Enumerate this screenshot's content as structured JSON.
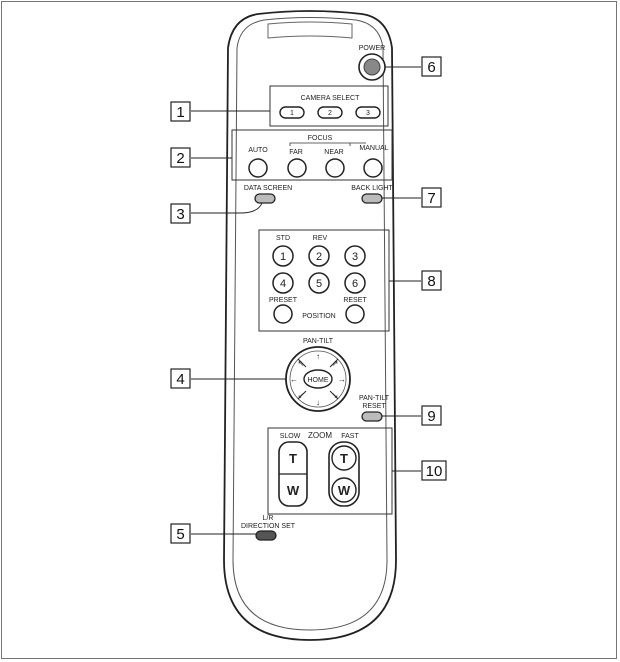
{
  "remote": {
    "power_label": "POWER",
    "camera_select": {
      "title": "CAMERA SELECT",
      "buttons": [
        "1",
        "2",
        "3"
      ]
    },
    "focus": {
      "title": "FOCUS",
      "auto": "AUTO",
      "far": "FAR",
      "near": "NEAR",
      "manual": "MANUAL"
    },
    "data_screen": "DATA SCREEN",
    "back_light": "BACK LIGHT",
    "position": {
      "std": "STD",
      "rev": "REV",
      "buttons": [
        "1",
        "2",
        "3",
        "4",
        "5",
        "6"
      ],
      "preset": "PRESET",
      "reset": "RESET",
      "position_label": "POSITION"
    },
    "pan_tilt": {
      "title": "PAN-TILT",
      "home": "HOME"
    },
    "pan_tilt_reset": {
      "line1": "PAN-TILT",
      "line2": "RESET"
    },
    "zoom": {
      "slow": "SLOW",
      "title": "ZOOM",
      "fast": "FAST",
      "t": "T",
      "w": "W"
    },
    "ir_direction": {
      "line1": "L/R",
      "line2": "DIRECTION SET"
    }
  },
  "callouts": [
    "1",
    "2",
    "3",
    "4",
    "5",
    "6",
    "7",
    "8",
    "9",
    "10"
  ]
}
